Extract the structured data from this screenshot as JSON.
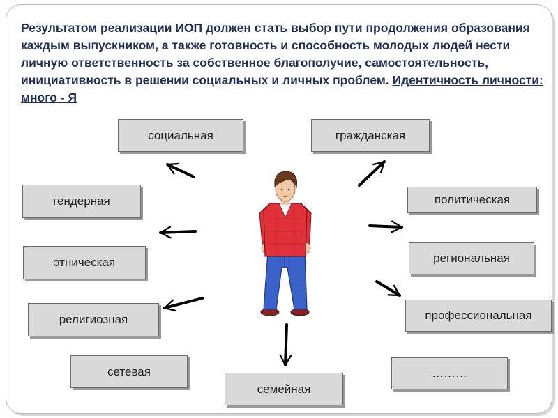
{
  "heading": {
    "text": "Результатом  реализации ИОП должен стать выбор пути продолжения образования каждым выпускником, а также готовность и способность молодых людей  нести личную ответственность за собственное благополучие, самостоятельность, инициативность в решении социальных и личных проблем. ",
    "emphasis": "Идентичность личности: много - Я"
  },
  "identities": {
    "social": "социальная",
    "civic": "гражданская",
    "gender": "гендерная",
    "political": "политическая",
    "ethnic": "этническая",
    "regional": "региональная",
    "religious": "религиозная",
    "professional": "профессиональная",
    "network": "сетевая",
    "family": "семейная",
    "other": "………"
  },
  "colors": {
    "heading": "#1f2f55",
    "box_fill": "#d9d9d9",
    "arrow": "#000000",
    "shirt": "#e0303a",
    "jeans": "#3a62c8"
  }
}
